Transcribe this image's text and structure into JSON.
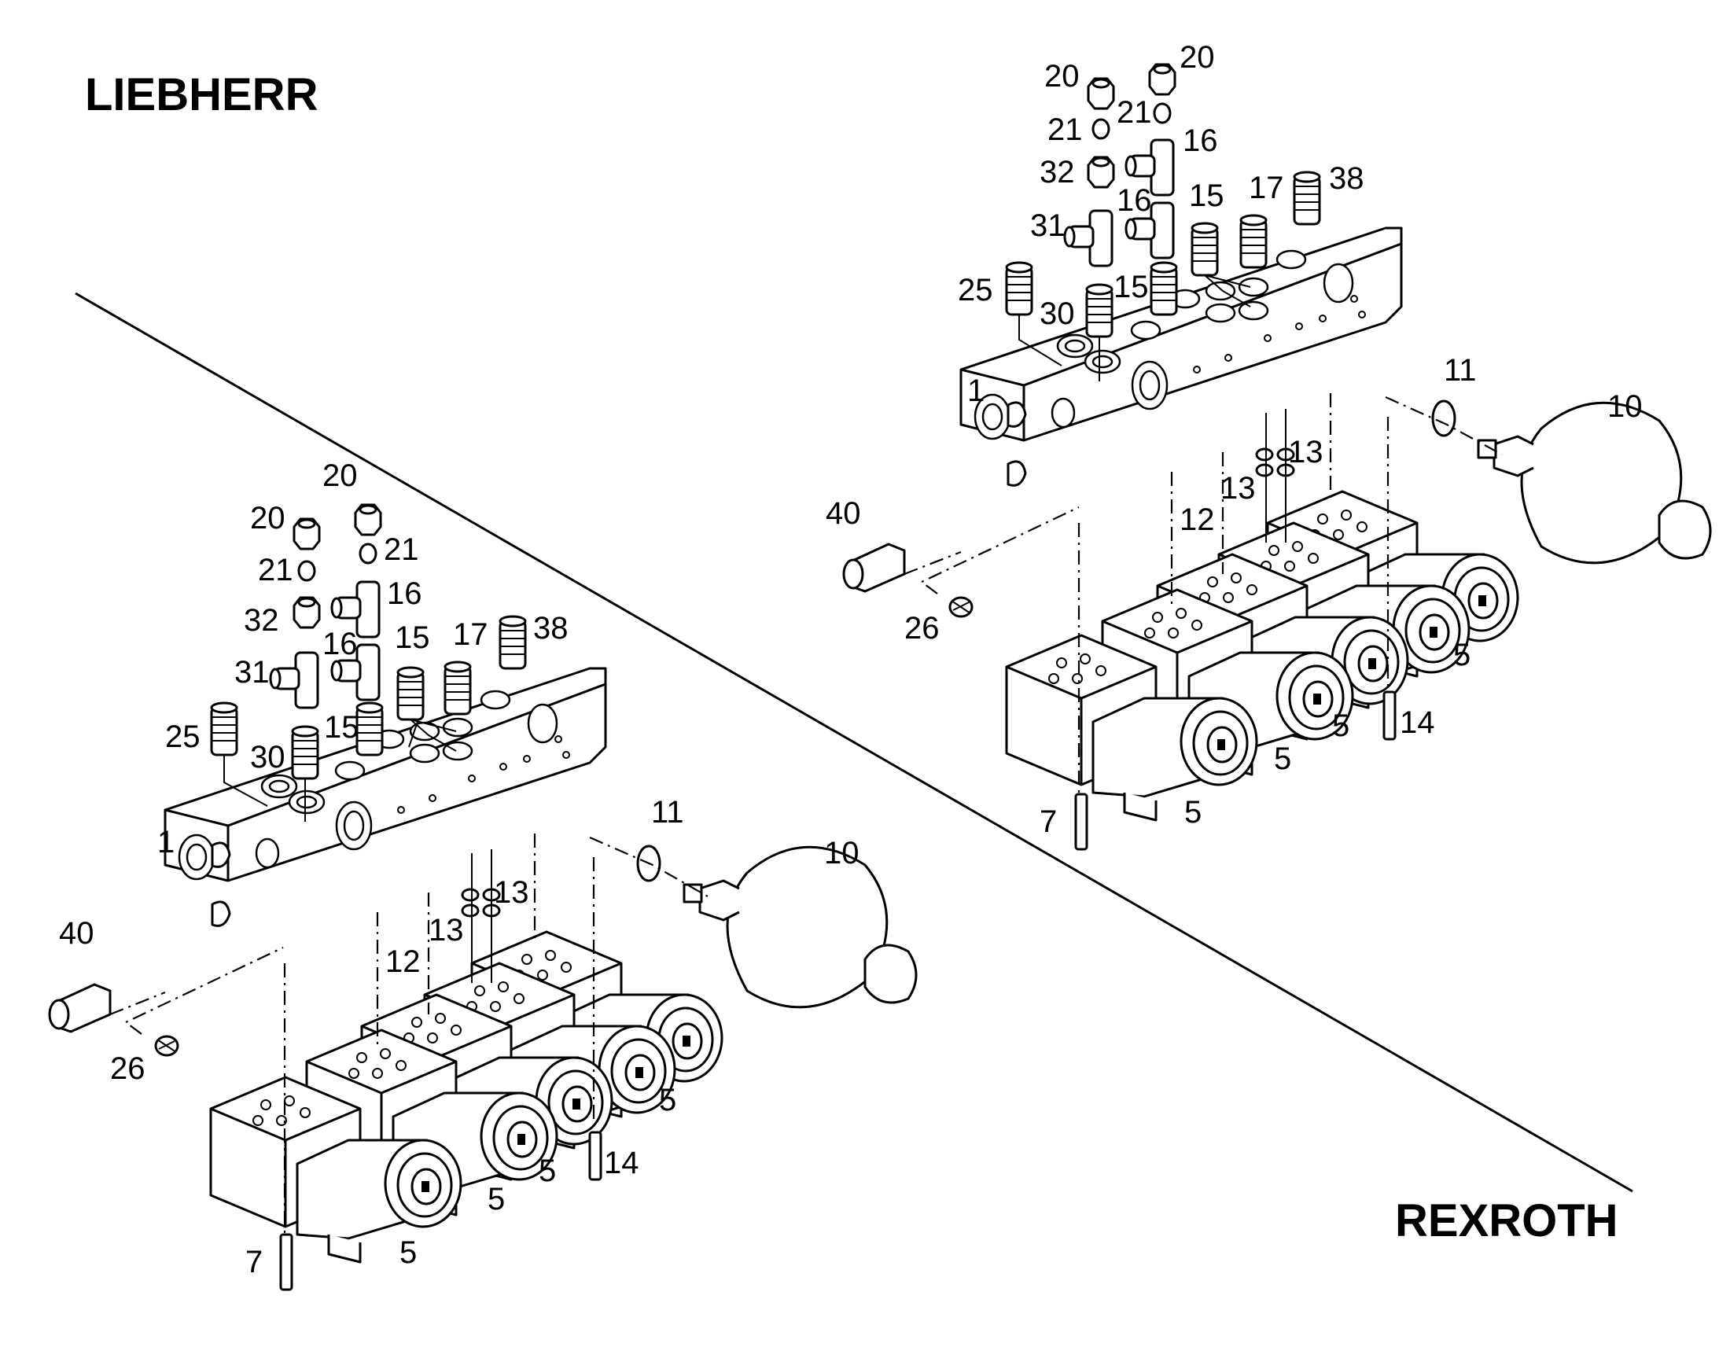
{
  "brands": {
    "liebherr": "LIEBHERR",
    "rexroth": "REXROTH"
  },
  "colors": {
    "line": "#000000",
    "background": "#ffffff"
  },
  "callouts_liebherr": {
    "c20a": "20",
    "c20b": "20",
    "c21a": "21",
    "c21b": "21",
    "c32": "32",
    "c16a": "16",
    "c16b": "16",
    "c31": "31",
    "c15a": "15",
    "c15b": "15",
    "c17": "17",
    "c38": "38",
    "c25": "25",
    "c30": "30",
    "c1": "1",
    "c40": "40",
    "c26": "26",
    "c11": "11",
    "c10": "10",
    "c13a": "13",
    "c13b": "13",
    "c12": "12",
    "c14": "14",
    "c7": "7",
    "c5a": "5",
    "c5b": "5",
    "c5c": "5",
    "c5d": "5"
  },
  "callouts_rexroth": {
    "c20a": "20",
    "c20b": "20",
    "c21a": "21",
    "c21b": "21",
    "c32": "32",
    "c16a": "16",
    "c16b": "16",
    "c31": "31",
    "c15a": "15",
    "c15b": "15",
    "c17": "17",
    "c38": "38",
    "c25": "25",
    "c30": "30",
    "c1": "1",
    "c40": "40",
    "c26": "26",
    "c11": "11",
    "c10": "10",
    "c13a": "13",
    "c13b": "13",
    "c12": "12",
    "c14": "14",
    "c7": "7",
    "c5a": "5",
    "c5b": "5",
    "c5c": "5",
    "c5d": "5"
  }
}
